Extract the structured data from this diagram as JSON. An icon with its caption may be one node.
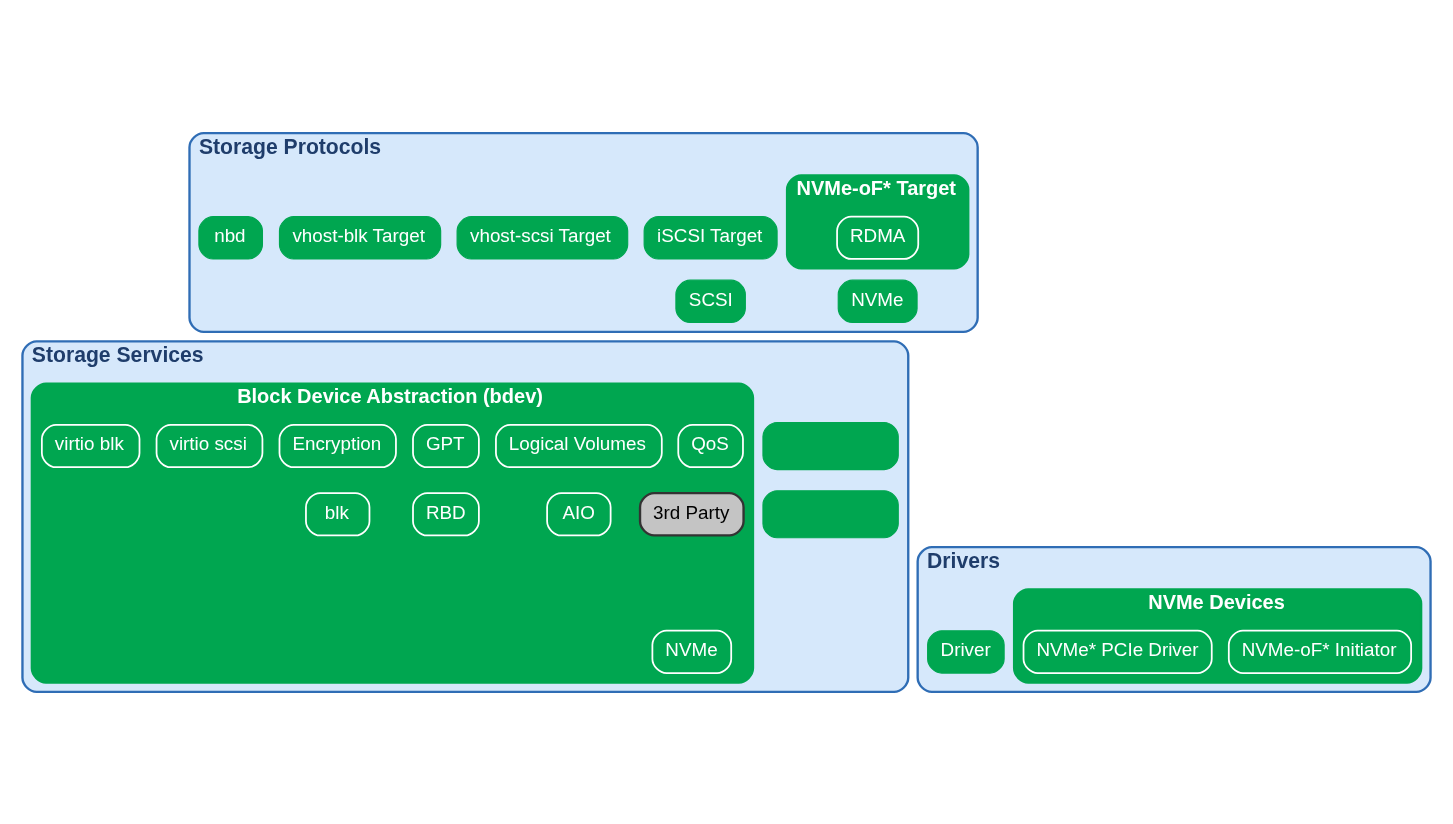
{
  "diagram": {
    "nodes": [
      {
        "text": [
          "Storage Protocols"
        ]
      },
      {
        "text": [
          "NVMe-oF* Target"
        ],
        "in": 0
      },
      {
        "text": [
          "RDMA"
        ],
        "in": 1
      },
      {
        "text": [
          "iSCSI Target"
        ],
        "in": 0
      },
      {
        "text": [
          "vhost-scsi Target"
        ],
        "in": 0
      },
      {
        "text": [
          "vhost-blk Target"
        ],
        "in": 0
      },
      {
        "text": [
          "nbd"
        ],
        "in": 0
      },
      {
        "text": [
          "NVMe"
        ],
        "in": 0
      },
      {
        "text": [
          "SCSI"
        ],
        "in": 0
      },
      {
        "text": [
          "Storage Services"
        ]
      },
      {
        "text": [
          "Block Device Abstraction (bdev)"
        ],
        "in": 9
      },
      {
        "text": [
          "QoS"
        ],
        "in": 10
      },
      {
        "text": [
          "3rd Party"
        ],
        "in": 10
      },
      {
        "text": [
          "Logical Volumes"
        ],
        "in": 10
      },
      {
        "text": [
          "GPT"
        ],
        "in": 10
      },
      {
        "text": [
          "Encryption"
        ],
        "in": 10
      },
      {
        "text": [
          "NVMe"
        ],
        "in": 10
      },
      {
        "text": [
          "AIO"
        ],
        "in": 10
      },
      {
        "text": [
          "RBD"
        ],
        "in": 10
      },
      {
        "text": [
          "blk"
        ],
        "in": 10
      },
      {
        "text": [
          "virtio scsi"
        ],
        "in": 10
      },
      {
        "text": [
          "virtio blk"
        ],
        "in": 10
      },
      {
        "text": [],
        "shape": "box",
        "in": 9
      },
      {
        "text": [],
        "shape": "box",
        "in": 9
      },
      {
        "text": [
          "Drivers"
        ]
      },
      {
        "text": [
          "NVMe Devices"
        ],
        "in": 24
      },
      {
        "text": [
          "NVMe-oF* Initiator"
        ],
        "in": 25
      },
      {
        "text": [
          "NVMe* PCIe Driver"
        ],
        "in": 25
      },
      {
        "text": [
          "Driver"
        ],
        "in": 24
      }
    ],
    "edges": []
  }
}
